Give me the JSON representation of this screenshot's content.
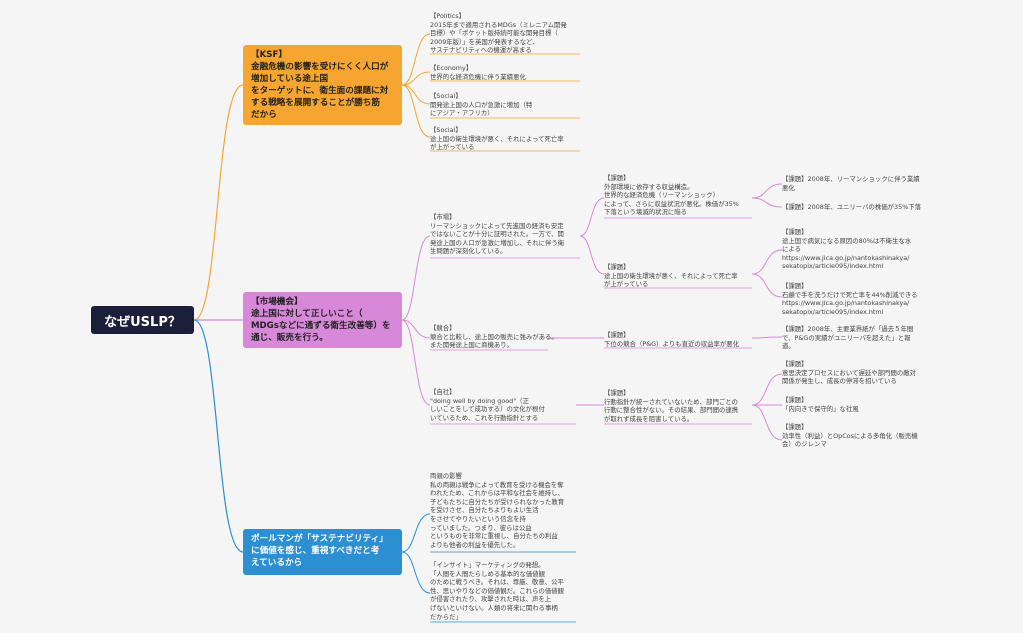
{
  "root": {
    "label": "なぜUSLP？"
  },
  "ksf": {
    "label": "【KSF】\n金融危機の影響を受けにくく人口が\n増加している途上国\nをターゲットに、衛生面の課題に対\nする戦略を展開することが勝ち筋\nだから",
    "children": [
      "【Politics】\n2015年まで適用されるMDGs（ミレニアム開発\n目標）や「ポケット版持続可能な開発目標（\n2009年版）」を英国が発表するなど、\nサステナビリティへの機運が高まる",
      "【Economy】\n世界的な経済危機に伴う業績悪化",
      "【Social】\n開発途上国の人口が急激に増加（特\nにアジア・アフリカ）",
      "【Social】\n途上国の衛生環境が悪く、それによって死亡率\nが上がっている"
    ]
  },
  "market": {
    "label": "【市場機会】\n途上国に対して正しいこと（\nMDGsなどに通ずる衛生改善等）を\n通じ、販売を行う。",
    "market_node": "【市場】\nリーマンショックによって先進国の経済も安定\nではないことが十分に証明された。一方で、開\n発途上国の人口が急激に増加し、それに伴う衛\n生問題が深刻化している。",
    "issue1": "【課題】\n外部環境に依存する収益構造。\n世界的な経済危機（リーマンショック）\nによって、さらに収益状況が悪化。株価が35%\n下落という壊滅的状況に陥る",
    "issue1_a": "【課題】2008年、リーマンショックに伴う業績\n悪化",
    "issue1_b": "【課題】2008年、ユニリーバの株価が35%下落",
    "issue2": "【課題】\n途上国の衛生環境が悪く、それによって死亡率\nが上がっている",
    "issue2_a": "【課題】\n途上国で病気になる原因の80%は不衛生な水\nによる\nhttps://www.jica.go.jp/nantokashinakya/\nsekatopix/article095/index.html",
    "issue2_b": "【課題】\n石鹸で手を洗うだけで死亡率を44%削減できる\nhttps://www.jica.go.jp/nantokashinakya/\nsekatopix/article095/index.html",
    "competition": "【競合】\n競合と比較し、途上国の販売に強みがある。\nまた開発途上国に商機あり。",
    "comp_issue": "【課題】\n下位の競合（P&G）よりも直近の収益率が悪化",
    "comp_issue_a": "【課題】2008年、主要業界紙が「過去５年間\nで、P&Gの実績がユニリーバを超えた」と報\n道。",
    "company": "【自社】\n\"doing well by doing good\"（正\nしいことをして成功する）の文化が根付\nいているため、これを行動指針とする",
    "comp_self_issue": "【課題】\n行動指針が統一されていないため、部門ごとの\n行動に整合性がない。その結果、部門間の連携\nが取れず成長を阻害している。",
    "self_a": "【課題】\n意思決定プロセスにおいて遅延や部門間の敵対\n関係が発生し、成長の停滞を招いている",
    "self_b": "【課題】\n「内向きで保守的」な社風",
    "self_c": "【課題】\n効率性（利益）とOpCosによる多角化（販売機\n会）のジレンマ"
  },
  "polman": {
    "label": "ポールマンが「サステナビリティ」\nに価値を感じ、重視すべきだと考\nえているから",
    "text1": "両親の影響\n私の両親は戦争によって教育を受ける機会を奪\nわれたため、これからは平和な社会を維持し、\n子どもたちに自分たちが受けられなかった教育\nを受けさせ、自分たちよりもよい生活\nをさせてやりたいという信念を持\nっていました。つまり、彼らは公益\nというものを非常に重視し、自分たちの利益\nよりも他者の利益を優先した。",
    "text2": "「インサイト」マーケティングの発想。\n「人間を人間たらしめる基本的な価値観\nのために戦うべき。それは、尊厳、敬意、公平\n性、思いやりなどの価値観だ。これらの価値観\nが侵害されたり、攻撃された時は、声を上\nげないといけない。人類の将来に関わる事柄\nだからだ」"
  },
  "colors": {
    "root": "#1b1f3a",
    "ksf": "#f7a531",
    "market": "#d888d8",
    "polman": "#2b8fd2"
  }
}
